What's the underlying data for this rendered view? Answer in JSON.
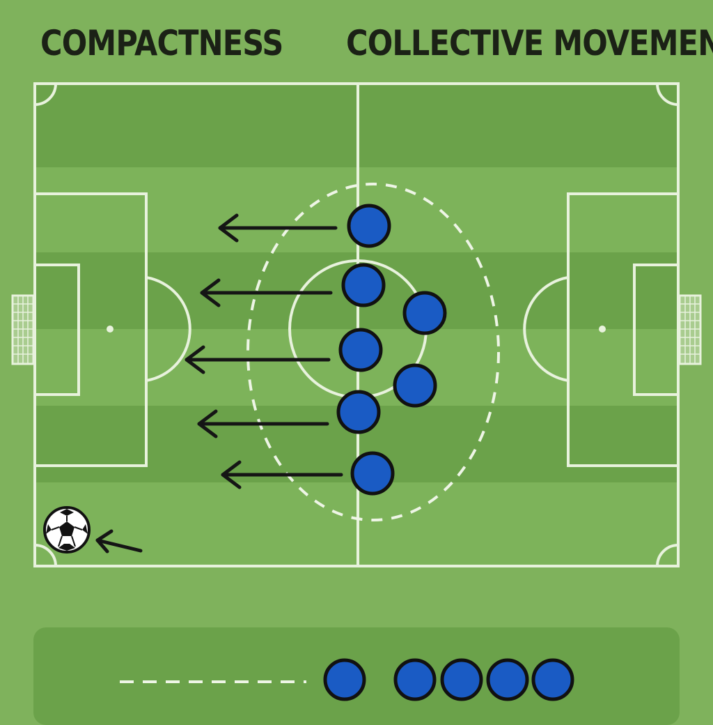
{
  "titles": {
    "left": "COMPACTNESS",
    "right": "COLLECTIVE MOVEMENT"
  },
  "colors": {
    "background": "#7fb25c",
    "pitch_stripe_dark": "#6ba24a",
    "pitch_stripe_light": "#7db35a",
    "line": "#e8f2dd",
    "player_fill": "#1a5bc4",
    "outline": "#111111",
    "arrow": "#151515"
  },
  "icons": {
    "ball": "soccer-ball-icon",
    "goal": "goal-net-icon",
    "player": "player-marker-icon",
    "arrow": "arrow-left-icon"
  },
  "diagram": {
    "players_on_pitch": 7,
    "players_with_arrows": 5,
    "arrow_direction": "left",
    "bottom_row_players": 5,
    "compact_zone": "dashed-ellipse"
  }
}
